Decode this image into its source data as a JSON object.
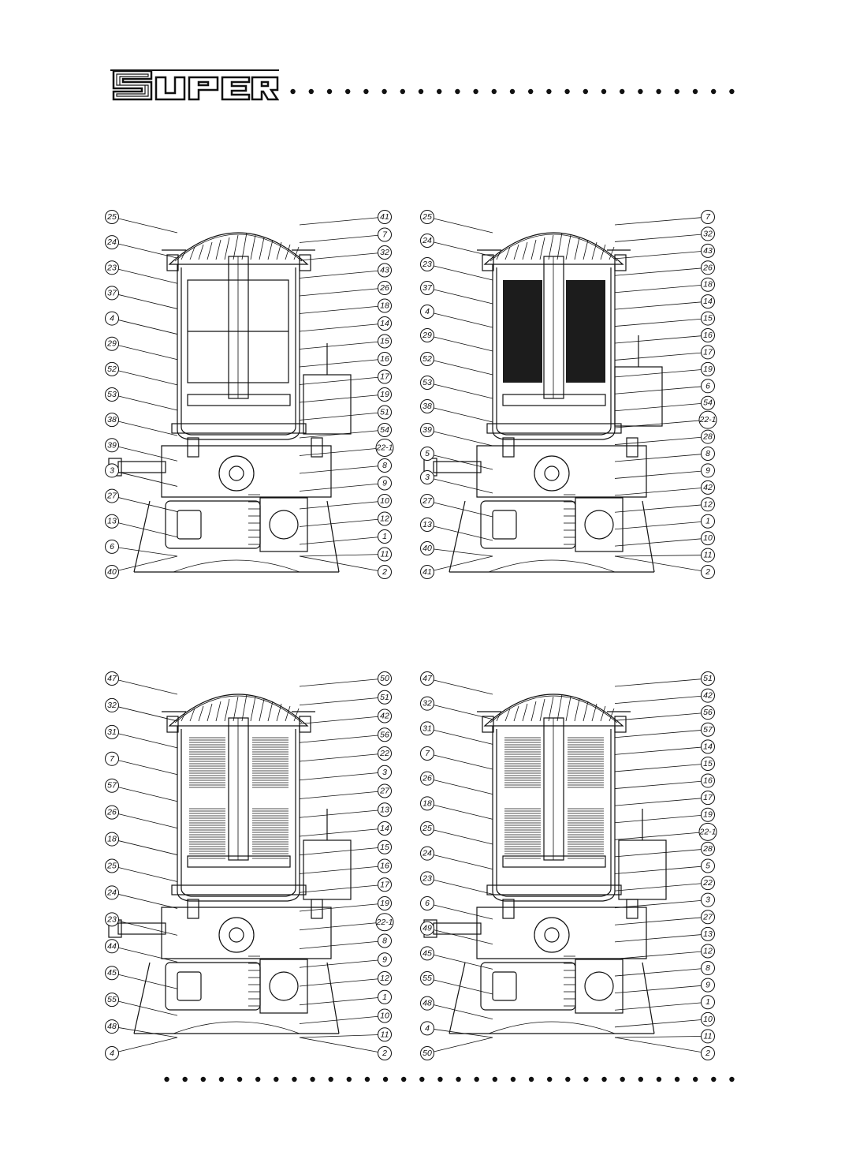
{
  "brand": {
    "logo_text": "SUPER"
  },
  "diagrams": [
    {
      "id": "cartridge-filter",
      "callouts": [
        "25",
        "24",
        "23",
        "37",
        "4",
        "29",
        "52",
        "53",
        "38",
        "39",
        "3",
        "27",
        "13",
        "6",
        "40",
        "41",
        "7",
        "32",
        "43",
        "26",
        "18",
        "14",
        "15",
        "16",
        "17",
        "19",
        "51",
        "54",
        "22-1",
        "8",
        "9",
        "10",
        "12",
        "1",
        "11",
        "2"
      ]
    },
    {
      "id": "cartridge-filter-alt",
      "callouts": [
        "25",
        "24",
        "23",
        "37",
        "4",
        "29",
        "52",
        "53",
        "38",
        "39",
        "5",
        "3",
        "27",
        "13",
        "40",
        "41",
        "7",
        "32",
        "43",
        "26",
        "18",
        "14",
        "15",
        "16",
        "17",
        "19",
        "6",
        "54",
        "22-1",
        "28",
        "8",
        "9",
        "42",
        "12",
        "1",
        "10",
        "11",
        "2"
      ]
    },
    {
      "id": "de-grid-filter",
      "callouts": [
        "47",
        "32",
        "31",
        "7",
        "57",
        "26",
        "18",
        "25",
        "24",
        "23",
        "44",
        "45",
        "55",
        "48",
        "4",
        "50",
        "51",
        "42",
        "56",
        "22",
        "3",
        "27",
        "13",
        "14",
        "15",
        "16",
        "17",
        "19",
        "22-1",
        "8",
        "9",
        "12",
        "1",
        "10",
        "11",
        "2"
      ]
    },
    {
      "id": "de-grid-filter-alt",
      "callouts": [
        "47",
        "32",
        "31",
        "7",
        "26",
        "18",
        "25",
        "24",
        "23",
        "6",
        "49",
        "45",
        "55",
        "48",
        "4",
        "50",
        "51",
        "42",
        "56",
        "57",
        "14",
        "15",
        "16",
        "17",
        "19",
        "22-1",
        "28",
        "5",
        "22",
        "3",
        "27",
        "13",
        "12",
        "8",
        "9",
        "1",
        "10",
        "11",
        "2"
      ]
    }
  ]
}
